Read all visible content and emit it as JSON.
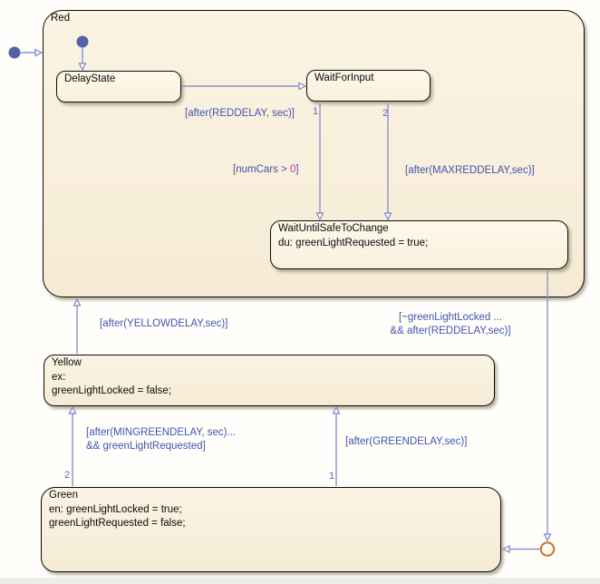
{
  "chart": {
    "states": {
      "red": {
        "label": "Red"
      },
      "delay_state": {
        "label": "DelayState"
      },
      "wait_for_input": {
        "label": "WaitForInput"
      },
      "wait_until_safe": {
        "label": "WaitUntilSafeToChange",
        "body": "du: greenLightRequested = true;"
      },
      "yellow": {
        "label": "Yellow",
        "body_line1": "ex:",
        "body_line2": "greenLightLocked = false;"
      },
      "green": {
        "label": "Green",
        "body_line1": "en: greenLightLocked = true;",
        "body_line2": "greenLightRequested = false;"
      }
    },
    "transition_labels": {
      "after_reddelay": "[after(REDDELAY, sec)]",
      "num_cars_prefix": "[numCars > ",
      "num_cars_value": "0",
      "num_cars_suffix": "]",
      "after_maxreddelay": "[after(MAXREDDELAY,sec)]",
      "after_yellowdelay": "[after(YELLOWDELAY,sec)]",
      "greenlight_locked_line1": "[~greenLightLocked ...",
      "greenlight_locked_line2": "&& after(REDDELAY,sec)]",
      "mingreen_line1": "[after(MINGREENDELAY, sec)...",
      "mingreen_line2": "&& greenLightRequested]",
      "after_greendelay": "[after(GREENDELAY,sec)]",
      "order_waitforinput_1": "1",
      "order_waitforinput_2": "2",
      "order_green_left": "2",
      "order_green_right": "1"
    },
    "colors": {
      "canvas": "#fffefb",
      "state_fill_top": "#fbf4e3",
      "state_fill_bottom": "#f5ebd4",
      "child_state_fill": "#fdf8e9",
      "state_border": "#0d0b07",
      "transition_line": "#8a92ce",
      "transition_label": "#4353ae",
      "condition_value_magenta": "#c837a8",
      "initial_dot": "#565fa9",
      "junction_orange": "#ce7a2f"
    }
  }
}
